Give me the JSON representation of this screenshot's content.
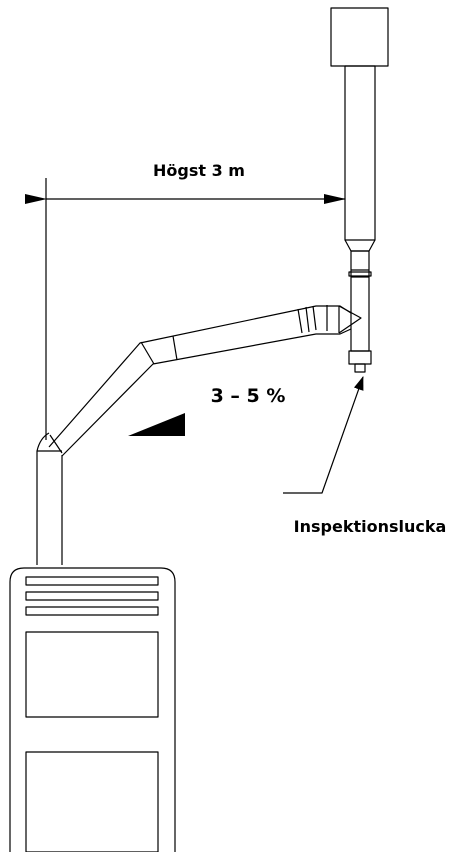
{
  "labels": {
    "max_distance": "Högst 3 m",
    "slope": "3 – 5 %",
    "inspection_hatch": "Inspektionslucka"
  }
}
